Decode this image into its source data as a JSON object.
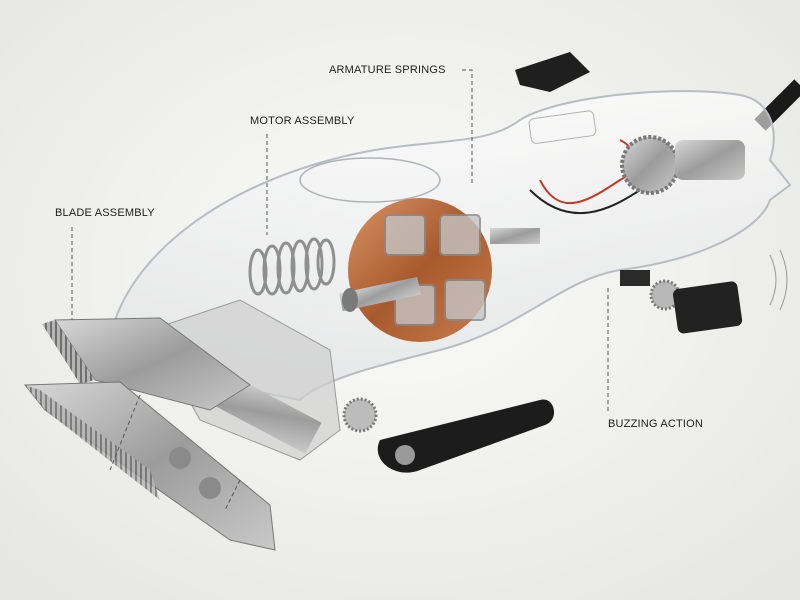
{
  "labels": {
    "armature_springs": "ARMATURE SPRINGS",
    "motor_assembly": "MOTOR ASSEMBLY",
    "blade_assembly": "BLADE ASSEMBLY",
    "buzzing_action": "BUZZING ACTION"
  },
  "colors": {
    "background": "#f2f2f1",
    "copper": "#b86a3c",
    "steel": "#a8a8a8",
    "black_part": "#1c1c1c",
    "leader": "#555555"
  }
}
